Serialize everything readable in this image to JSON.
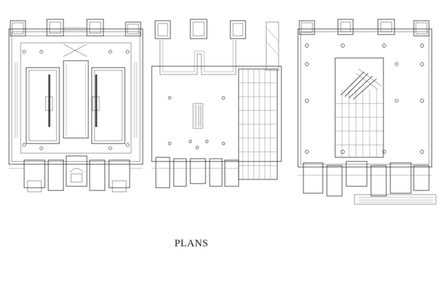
{
  "caption": "PLANS",
  "drawings": [
    {
      "name": "plan-left"
    },
    {
      "name": "plan-middle"
    },
    {
      "name": "plan-right"
    }
  ]
}
